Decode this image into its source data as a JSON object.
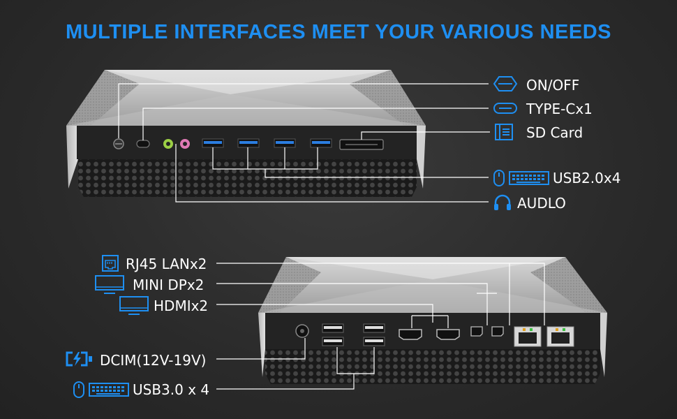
{
  "title": "MULTIPLE INTERFACES MEET YOUR VARIOUS NEEDS",
  "accent_color": "#1e8ff2",
  "top_labels": {
    "on_off": "ON/OFF",
    "type_c": "TYPE-Cx1",
    "sd_card": "SD Card",
    "usb2": "USB2.0x4",
    "audio": "AUDLO"
  },
  "bottom_labels": {
    "rj45": "RJ45 LANx2",
    "mini_dp": "MINI DPx2",
    "hdmi": "HDMIx2",
    "dcin": "DCIM(12V-19V)",
    "usb3": "USB3.0 x 4"
  },
  "icons": {
    "on_off": "power-hexagon-icon",
    "type_c": "usb-c-icon",
    "sd_card": "sd-card-icon",
    "usb2": "mouse-keyboard-icon",
    "audio": "headphones-icon",
    "rj45": "ethernet-icon",
    "mini_dp": "monitor-icon",
    "hdmi": "monitor-icon",
    "dcin": "battery-charging-icon",
    "usb3": "mouse-keyboard-icon"
  }
}
